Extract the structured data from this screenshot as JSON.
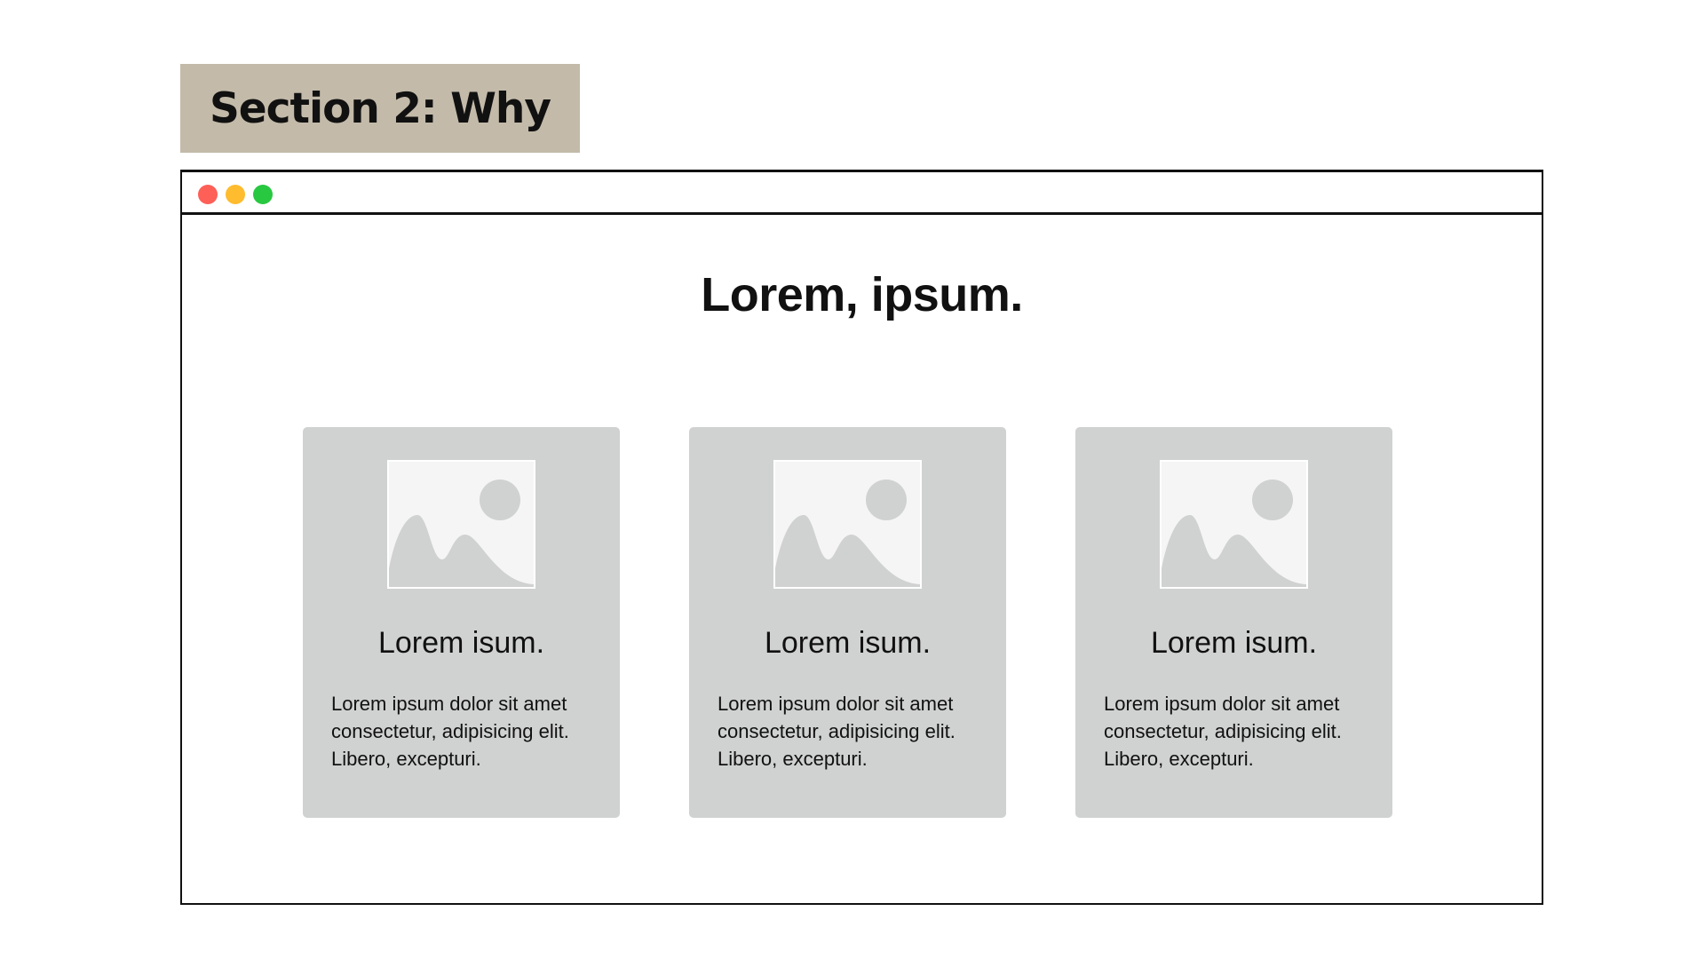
{
  "section_label": "Section 2: Why",
  "window_controls": {
    "close_color": "#fe5f57",
    "minimize_color": "#febc2e",
    "zoom_color": "#28c840"
  },
  "page": {
    "title": "Lorem, ipsum."
  },
  "cards": [
    {
      "title": "Lorem isum.",
      "text": "Lorem ipsum dolor sit amet consectetur, adipisicing elit. Libero, excepturi.",
      "icon": "image-placeholder-icon"
    },
    {
      "title": "Lorem isum.",
      "text": "Lorem ipsum dolor sit amet consectetur, adipisicing elit. Libero, excepturi.",
      "icon": "image-placeholder-icon"
    },
    {
      "title": "Lorem isum.",
      "text": "Lorem ipsum dolor sit amet consectetur, adipisicing elit. Libero, excepturi.",
      "icon": "image-placeholder-icon"
    }
  ],
  "colors": {
    "section_tag_bg": "#c3baa9",
    "card_bg": "#d0d1d1",
    "placeholder_bg": "#f5f5f5",
    "placeholder_shape": "#d0d1d1"
  }
}
